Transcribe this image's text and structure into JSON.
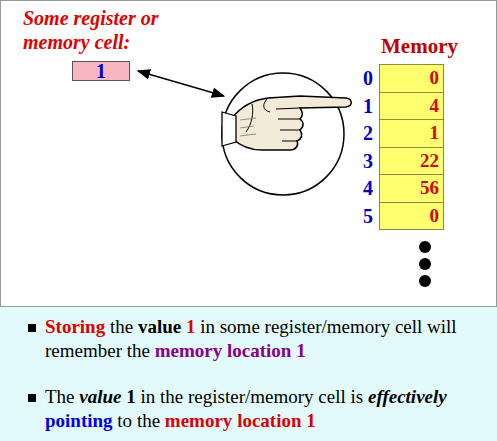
{
  "diagram": {
    "nodes": [
      {
        "text": [
          "Some register or memory cell:",
          "1"
        ]
      },
      {
        "text": [
          "Memory"
        ]
      },
      {
        "text": [
          "0"
        ],
        "in": 1
      },
      {
        "text": [
          "4"
        ],
        "in": 1
      },
      {
        "text": [
          "1"
        ],
        "in": 1
      },
      {
        "text": [
          "22"
        ],
        "in": 1
      },
      {
        "text": [
          "56"
        ],
        "in": 1
      },
      {
        "text": [
          "0"
        ],
        "in": 1
      },
      {
        "text": [
          "Storing the value 1 in some register/memory cell will remember the memory location 1",
          "The value 1 in the register/memory cell is effectively pointing to the memory location 1"
        ]
      }
    ],
    "labels": [
      "0",
      "1",
      "2",
      "3",
      "4",
      "5"
    ]
  }
}
